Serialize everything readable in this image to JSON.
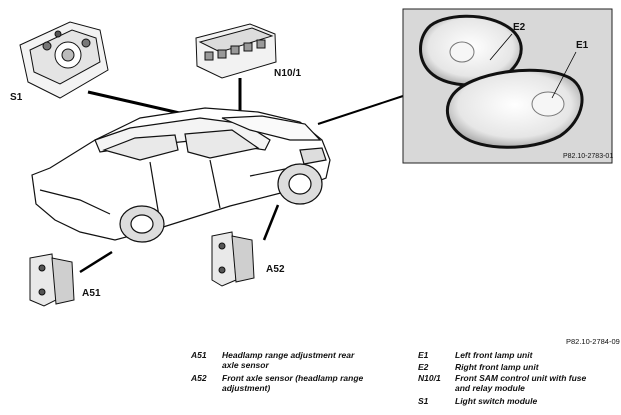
{
  "components": {
    "s1": "S1",
    "n10_1": "N10/1",
    "a51": "A51",
    "a52": "A52",
    "e1": "E1",
    "e2": "E2"
  },
  "inset_ref": "P82.10-2783-01",
  "figure_ref": "P82.10-2784-09",
  "legend": [
    {
      "code": "A51",
      "desc_line1": "Headlamp range adjustment rear",
      "desc_line2": "axle sensor"
    },
    {
      "code": "A52",
      "desc_line1": "Front axle sensor (headlamp range",
      "desc_line2": "adjustment)"
    },
    {
      "code": "E1",
      "desc_line1": "Left front lamp unit",
      "desc_line2": ""
    },
    {
      "code": "E2",
      "desc_line1": "Right front lamp unit",
      "desc_line2": ""
    },
    {
      "code": "N10/1",
      "desc_line1": "Front SAM control unit with fuse",
      "desc_line2": "and relay module"
    },
    {
      "code": "S1",
      "desc_line1": "Light switch module",
      "desc_line2": ""
    }
  ]
}
